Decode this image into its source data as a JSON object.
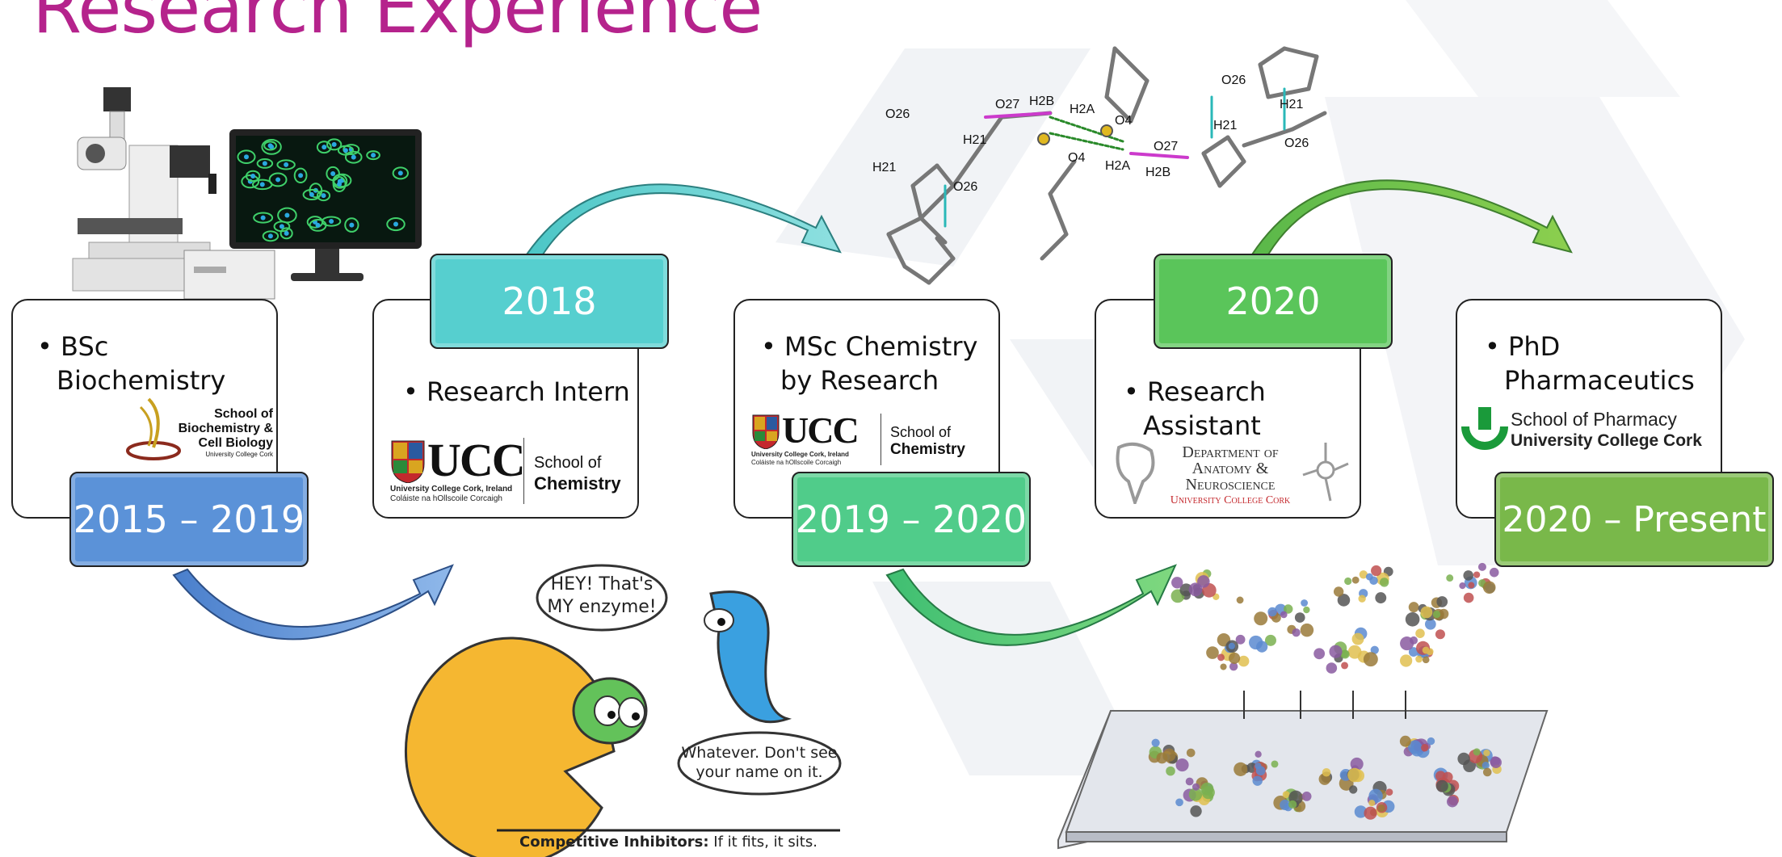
{
  "title": "Research Experience",
  "timeline": [
    {
      "period": "2015 – 2019",
      "role": "BSc Biochemistry",
      "role_line1": "BSc",
      "role_line2": "Biochemistry",
      "color": "#5b92d8"
    },
    {
      "period": "2018",
      "role": "Research Intern",
      "color": "#56cfcf"
    },
    {
      "period": "2019 – 2020",
      "role_line1": "MSc Chemistry",
      "role_line2": "by Research",
      "color": "#50cc8a"
    },
    {
      "period": "2020",
      "role_line1": "Research",
      "role_line2": "Assistant",
      "color": "#5ac55a"
    },
    {
      "period": "2020 – Present",
      "role_line1": "PhD",
      "role_line2": "Pharmaceutics",
      "color": "#79b84a"
    }
  ],
  "logos": {
    "biochem": {
      "line1": "School of",
      "line2": "Biochemistry &",
      "line3": "Cell Biology",
      "line4": "University College Cork"
    },
    "ucc_chem_large": {
      "ucc": "UCC",
      "sub1": "University College Cork, Ireland",
      "sub2": "Coláiste na hOllscoile Corcaigh",
      "school1": "School of",
      "school2": "Chemistry"
    },
    "ucc_chem_small": {
      "ucc": "UCC",
      "sub1": "University College Cork, Ireland",
      "sub2": "Coláiste na hOllscoile Corcaigh",
      "school1": "School of",
      "school2": "Chemistry"
    },
    "anatomy": {
      "line1": "Department of",
      "line2": "Anatomy &",
      "line3": "Neuroscience",
      "line4": "University College Cork"
    },
    "pharmacy": {
      "line1": "School of Pharmacy",
      "line2": "University College Cork"
    }
  },
  "molecule_labels": [
    "O26",
    "O27",
    "H2B",
    "H2A",
    "H21",
    "O26",
    "H21",
    "O4",
    "O4",
    "H2A",
    "H2B",
    "O27",
    "O26",
    "H21",
    "H21",
    "O26"
  ],
  "comic": {
    "speech1_line1": "HEY! That's",
    "speech1_line2": "MY enzyme!",
    "speech2_line1": "Whatever. Don't see",
    "speech2_line2": "your name on it.",
    "caption_bold": "Competitive Inhibitors:",
    "caption_rest": " If it fits, it sits."
  }
}
